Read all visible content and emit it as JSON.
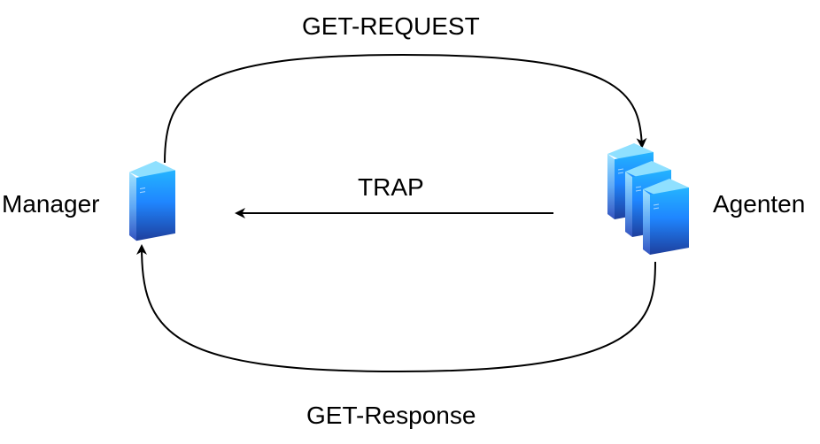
{
  "labels": {
    "get_request": "GET-REQUEST",
    "trap": "TRAP",
    "get_response": "GET-Response",
    "manager": "Manager",
    "agenten": "Agenten"
  },
  "nodes": {
    "manager": {
      "icon": "server-icon"
    },
    "agents": {
      "icon": "server-cluster-icon",
      "count": 3
    }
  },
  "colors": {
    "line": "#000000",
    "server_top": "#66ccff",
    "server_front_top": "#1ea0ff",
    "server_front_bottom": "#1a3a9c",
    "server_side": "#4a7fe0"
  }
}
